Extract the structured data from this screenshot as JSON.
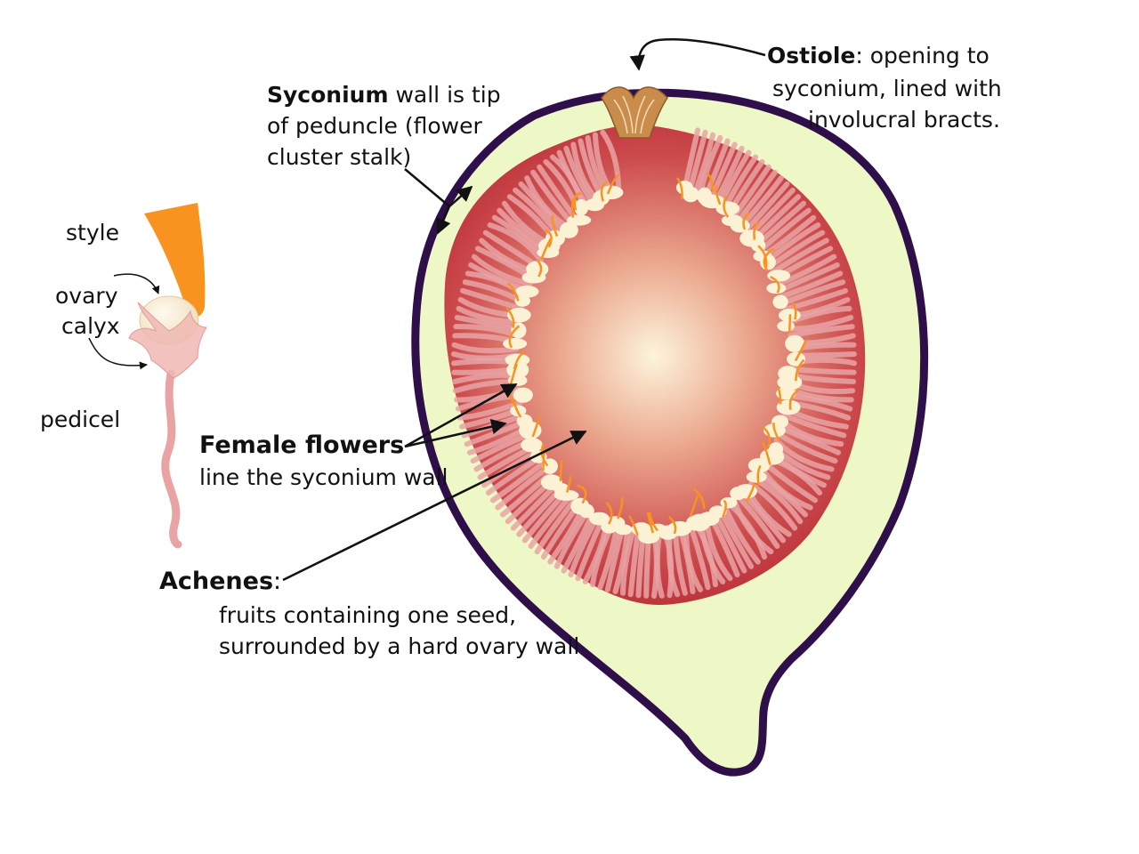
{
  "flower": {
    "style": "style",
    "ovary": "ovary",
    "calyx": "calyx",
    "pedicel": "pedicel"
  },
  "syconium": {
    "term": "Syconium",
    "line1_rest": " wall is tip",
    "line2": "of peduncle (flower",
    "line3": "cluster stalk)"
  },
  "ostiole": {
    "term": "Ostiole",
    "line1_rest": ": opening to",
    "line2": "syconium, lined with",
    "line3": "involucral bracts."
  },
  "female_flowers": {
    "term": "Female flowers",
    "line2": "line the syconium wall"
  },
  "achenes": {
    "term": "Achenes",
    "colon": ":",
    "line2": "fruits containing one seed,",
    "line3": "surrounded by a hard ovary wall"
  },
  "colors": {
    "outline": "#2e0f4a",
    "wall": "#eef7c6",
    "interior_center": "#fdf3de",
    "interior_edge": "#b8303a",
    "flower_stalk": "#e9a3a4",
    "style": "#f7931e",
    "ovary": "#f6ebd4",
    "bracts": "#c98c4a"
  }
}
